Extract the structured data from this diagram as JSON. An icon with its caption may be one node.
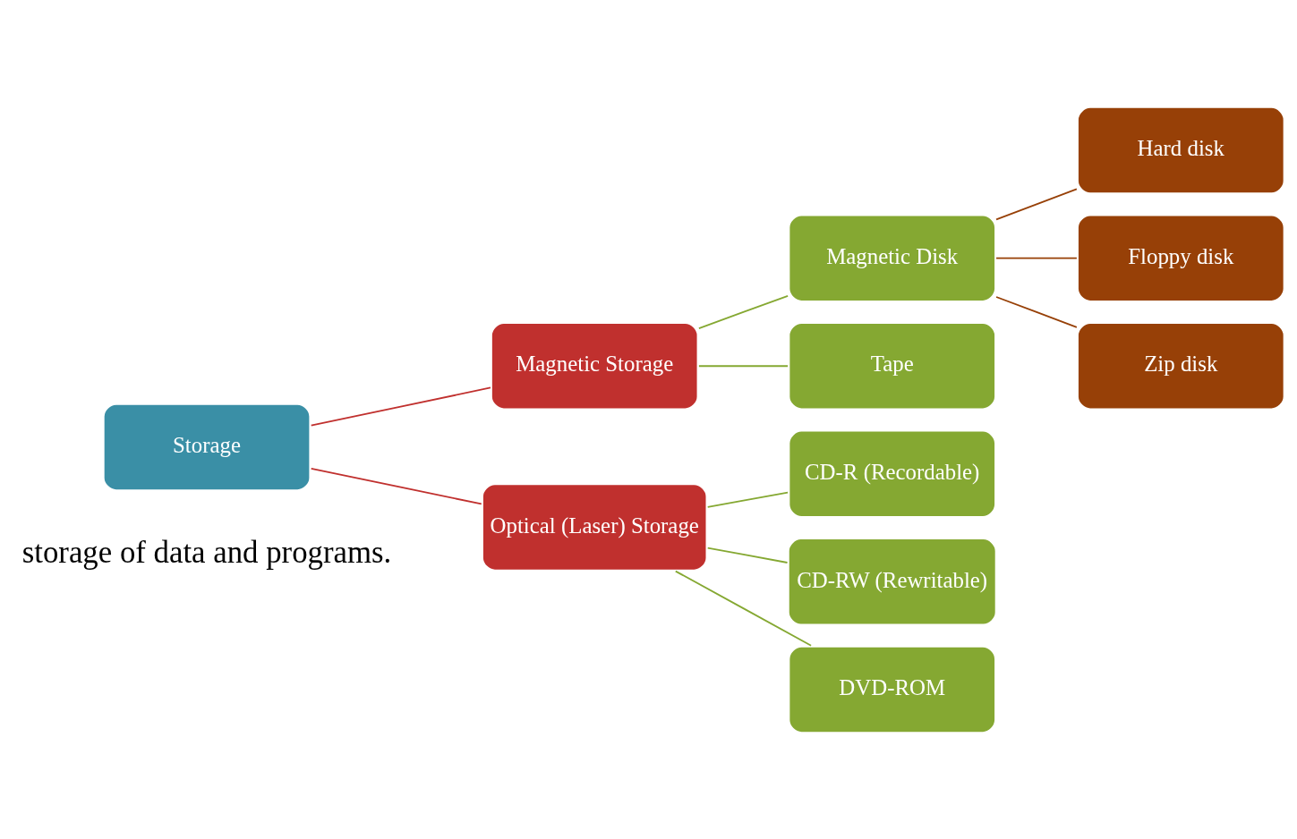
{
  "diagram": {
    "nodes": [
      {
        "text": [
          "Storage"
        ]
      },
      {
        "text": [
          "Magnetic Storage"
        ]
      },
      {
        "text": [
          "Optical (Laser) Storage"
        ]
      },
      {
        "text": [
          "Magnetic Disk"
        ]
      },
      {
        "text": [
          "Tape"
        ]
      },
      {
        "text": [
          "CD-R (Recordable)"
        ]
      },
      {
        "text": [
          "CD-RW (Rewritable)"
        ]
      },
      {
        "text": [
          "DVD-ROM"
        ]
      },
      {
        "text": [
          "Hard disk"
        ]
      },
      {
        "text": [
          "Floppy disk"
        ]
      },
      {
        "text": [
          "Zip disk"
        ]
      }
    ],
    "edges": [
      {
        "from": 0,
        "to": 1,
        "arrow": "none",
        "color": "#c0302e"
      },
      {
        "from": 0,
        "to": 2,
        "arrow": "none",
        "color": "#c0302e"
      },
      {
        "from": 1,
        "to": 3,
        "arrow": "none"
      },
      {
        "from": 1,
        "to": 4,
        "arrow": "none"
      },
      {
        "from": 2,
        "to": 5,
        "arrow": "none"
      },
      {
        "from": 2,
        "to": 6,
        "arrow": "none"
      },
      {
        "from": 2,
        "to": 7,
        "arrow": "none"
      },
      {
        "from": 3,
        "to": 8,
        "arrow": "none",
        "color": "#974007"
      },
      {
        "from": 3,
        "to": 9,
        "arrow": "none",
        "color": "#974007"
      },
      {
        "from": 3,
        "to": 10,
        "arrow": "none",
        "color": "#974007"
      }
    ],
    "labels": [
      "storage of data and programs."
    ]
  }
}
